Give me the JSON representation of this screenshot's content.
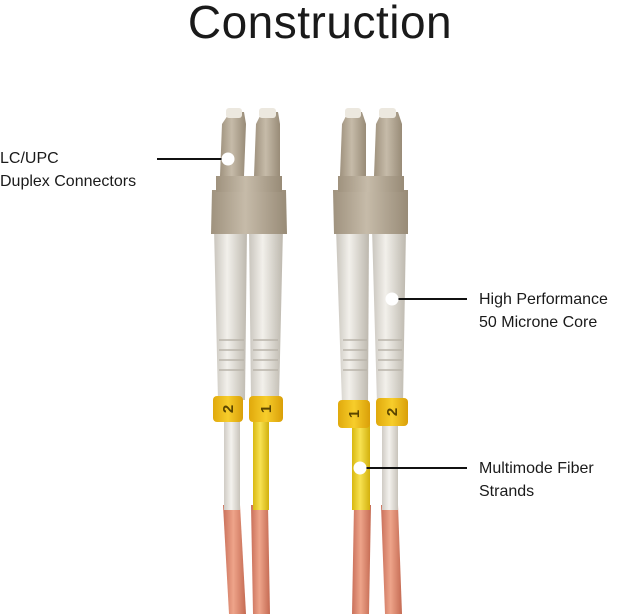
{
  "title": "Construction",
  "callouts": {
    "connectors": {
      "line1": "LC/UPC",
      "line2": "Duplex Connectors"
    },
    "core": {
      "line1": "High Performance",
      "line2": "50 Microne Core"
    },
    "strands": {
      "line1": "Multimode Fiber",
      "line2": "Strands"
    }
  },
  "markers": {
    "left_a": "2",
    "left_b": "1",
    "right_a": "1",
    "right_b": "2"
  },
  "colors": {
    "connector_beige": "#b7ab98",
    "boot_white": "#e6e3dc",
    "cable_orange": "#e08d70",
    "strand_yellow": "#f2d21b",
    "marker_yellow": "#f2c218"
  }
}
